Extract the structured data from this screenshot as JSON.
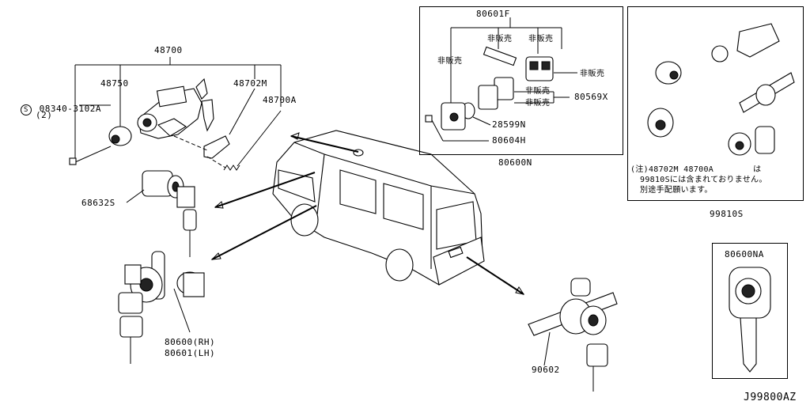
{
  "diagram_id": "J99800AZ",
  "labels": {
    "p48700": "48700",
    "p48750": "48750",
    "p48702m": "48702M",
    "p48700a": "48700A",
    "s_bolt": "08340-3102A",
    "s_bolt_qty": "(2)",
    "s_symbol": "S",
    "p68632s": "68632S",
    "p80600rh": "80600(RH)",
    "p80601lh": "80601(LH)",
    "p90602": "90602",
    "p80601f": "80601F",
    "not_for_sale_1": "非販売",
    "not_for_sale_2": "非販売",
    "not_for_sale_3": "非販売",
    "not_for_sale_4": "非販売",
    "not_for_sale_5": "非販売",
    "not_for_sale_6": "非販売",
    "p80569x": "80569X",
    "p28599n": "28599N",
    "p80604h": "80604H",
    "p80600n": "80600N",
    "p99810s": "99810S",
    "p80600na": "80600NA"
  },
  "note": {
    "line1_a": "(注)48702M  48700A",
    "line1_b": "は",
    "line2": "99810Sには含まれておりません。",
    "line3": "別途手配願います。"
  }
}
